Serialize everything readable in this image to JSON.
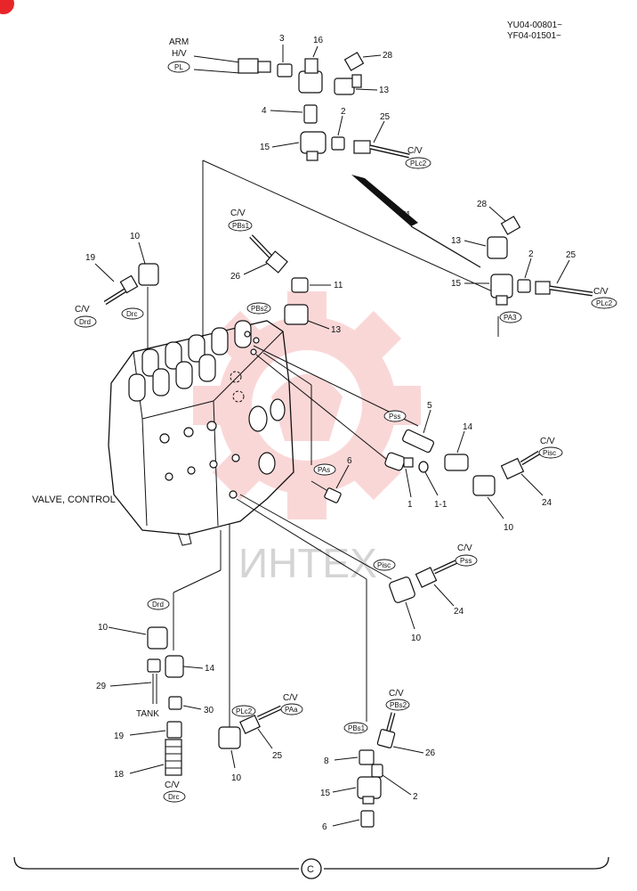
{
  "header": {
    "model_code_1": "YU04-00801~",
    "model_code_2": "YF04-01501~"
  },
  "watermark": {
    "brand": "ИНТЕХ",
    "color": "#e8262a"
  },
  "assembly_label": "VALVE, CONTROL",
  "view_label": "F1",
  "footer_symbol": "C",
  "corner_badge_color": "#e8262a",
  "top_group": {
    "arm_hv": {
      "line1": "ARM",
      "line2": "H/V",
      "port": "PL"
    },
    "cv_plc2": {
      "cv": "C/V",
      "port": "PLc2"
    },
    "callouts": {
      "n3": "3",
      "n16": "16",
      "n28": "28",
      "n13": "13",
      "n4": "4",
      "n2": "2",
      "n25": "25",
      "n15": "15"
    }
  },
  "right_group": {
    "cv_plc2": {
      "cv": "C/V",
      "port": "PLc2"
    },
    "port_pa3": "PA3",
    "callouts": {
      "n28": "28",
      "n13": "13",
      "n2": "2",
      "n25": "25",
      "n15": "15"
    }
  },
  "left_group": {
    "cv_drd": {
      "cv": "C/V",
      "port": "Drd"
    },
    "port_drc": "Drc",
    "callouts": {
      "n10": "10",
      "n19": "19"
    }
  },
  "upper_mid_group": {
    "cv_pbs1": {
      "cv": "C/V",
      "port": "PBs1"
    },
    "port_pbs2": "PBs2",
    "callouts": {
      "n26": "26",
      "n11": "11",
      "n13": "13"
    }
  },
  "mid_right_group": {
    "port_pss": "Pss",
    "port_pas": "PAs",
    "cv_pisc": {
      "cv": "C/V",
      "port": "Pisc"
    },
    "callouts": {
      "n5": "5",
      "n14": "14",
      "n6": "6",
      "n1": "1",
      "n1_1": "1-1",
      "n24": "24",
      "n10": "10"
    }
  },
  "lower_right_group": {
    "port_pisc": "Pisc",
    "cv_pss": {
      "cv": "C/V",
      "port": "Pss"
    },
    "callouts": {
      "n24": "24",
      "n10": "10"
    }
  },
  "lower_left_group": {
    "port_drd": "Drd",
    "tank_label": "TANK",
    "cv_drc": {
      "cv": "C/V",
      "port": "Drc"
    },
    "callouts": {
      "n10": "10",
      "n14": "14",
      "n29": "29",
      "n30": "30",
      "n19": "19",
      "n18": "18"
    }
  },
  "lower_mid_group": {
    "port_plc2": "PLc2",
    "cv_paa": {
      "cv": "C/V",
      "port": "PAa"
    },
    "callouts": {
      "n25": "25",
      "n10": "10"
    }
  },
  "bottom_right_group": {
    "port_pbs1": "PBs1",
    "cv_pbs2": {
      "cv": "C/V",
      "port": "PBs2"
    },
    "callouts": {
      "n8": "8",
      "n26": "26",
      "n2": "2",
      "n15": "15",
      "n6": "6"
    }
  }
}
